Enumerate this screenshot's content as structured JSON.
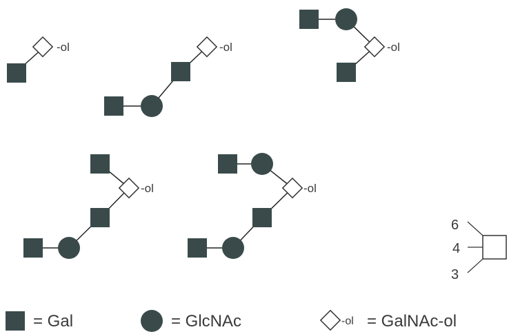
{
  "glycan_labels": {
    "ol_suffix": "-ol"
  },
  "linkage_key": {
    "pos6": "6",
    "pos4": "4",
    "pos3": "3"
  },
  "legend": {
    "gal": "= Gal",
    "glcnac": "= GlcNAc",
    "galnac_ol_suffix": "-ol",
    "galnac_ol": "= GalNAc-ol"
  },
  "colors": {
    "residue_fill": "#3a4a4a",
    "line": "#222222"
  }
}
